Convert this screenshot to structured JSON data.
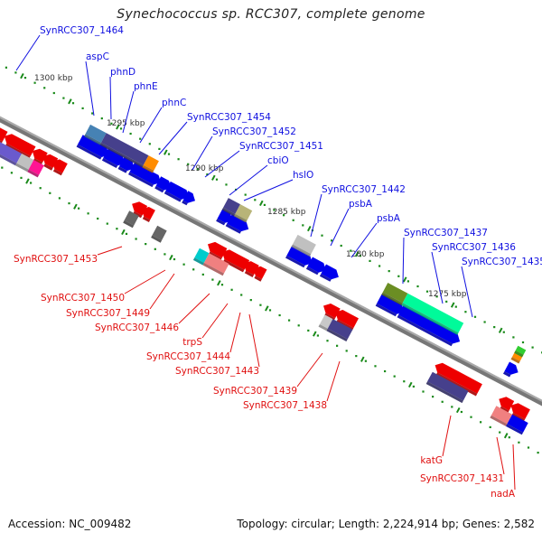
{
  "title": "Synechococcus sp. RCC307, complete genome",
  "footer": {
    "accession": "Accession: NC_009482",
    "summary": "Topology: circular; Length: 2,224,914 bp; Genes: 2,582"
  },
  "colors": {
    "forward_label": "#1010e0",
    "reverse_label": "#e01010",
    "backbone": "#888888",
    "tick": "#1a8a1a"
  },
  "ticks": [
    {
      "label": "1300 kbp",
      "kbp": 1300
    },
    {
      "label": "1295 kbp",
      "kbp": 1295
    },
    {
      "label": "1290 kbp",
      "kbp": 1290
    },
    {
      "label": "1285 kbp",
      "kbp": 1285
    },
    {
      "label": "1280 kbp",
      "kbp": 1280
    },
    {
      "label": "1275 kbp",
      "kbp": 1275
    }
  ],
  "forward_labels": [
    {
      "text": "SynRCC307_1464"
    },
    {
      "text": "aspC"
    },
    {
      "text": "phnD"
    },
    {
      "text": "phnE"
    },
    {
      "text": "phnC"
    },
    {
      "text": "SynRCC307_1454"
    },
    {
      "text": "SynRCC307_1452"
    },
    {
      "text": "SynRCC307_1451"
    },
    {
      "text": "cbiO"
    },
    {
      "text": "hslO"
    },
    {
      "text": "SynRCC307_1442"
    },
    {
      "text": "psbA"
    },
    {
      "text": "psbA"
    },
    {
      "text": "SynRCC307_1437"
    },
    {
      "text": "SynRCC307_1436"
    },
    {
      "text": "SynRCC307_1435"
    }
  ],
  "reverse_labels": [
    {
      "text": "SynRCC307_1453"
    },
    {
      "text": "SynRCC307_1450"
    },
    {
      "text": "SynRCC307_1449"
    },
    {
      "text": "SynRCC307_1446"
    },
    {
      "text": "trpS"
    },
    {
      "text": "SynRCC307_1444"
    },
    {
      "text": "SynRCC307_1443"
    },
    {
      "text": "SynRCC307_1439"
    },
    {
      "text": "SynRCC307_1438"
    },
    {
      "text": "katG"
    },
    {
      "text": "SynRCC307_1431"
    },
    {
      "text": "nadA"
    }
  ]
}
